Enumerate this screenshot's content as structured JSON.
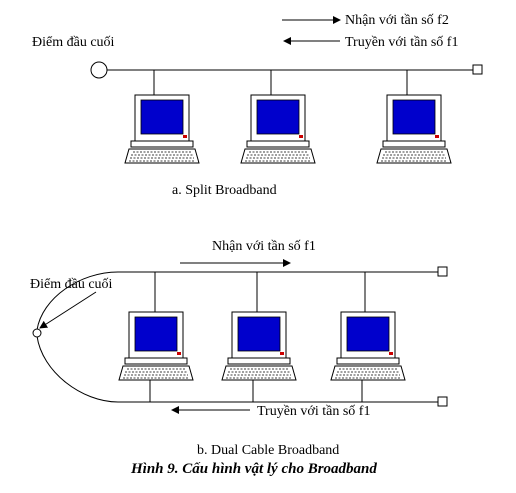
{
  "split": {
    "rx_label": "Nhận với tần số f2",
    "tx_label": "Truyền với tần số f1",
    "endpoint_label": "Điểm đầu cuối",
    "caption": "a. Split Broadband"
  },
  "dual": {
    "rx_label": "Nhận với tần số f1",
    "tx_label": "Truyền với tần số f1",
    "endpoint_label": "Điểm đầu cuối",
    "caption": "b. Dual Cable Broadband"
  },
  "figure_caption": "Hình 9.  Cấu hình vật lý cho Broadband",
  "colors": {
    "screen": "#0000cc",
    "casing": "#ffffff",
    "line": "#000000"
  },
  "icons": {
    "computer": "computer-icon",
    "terminator": "terminator-icon",
    "headend": "headend-icon"
  }
}
